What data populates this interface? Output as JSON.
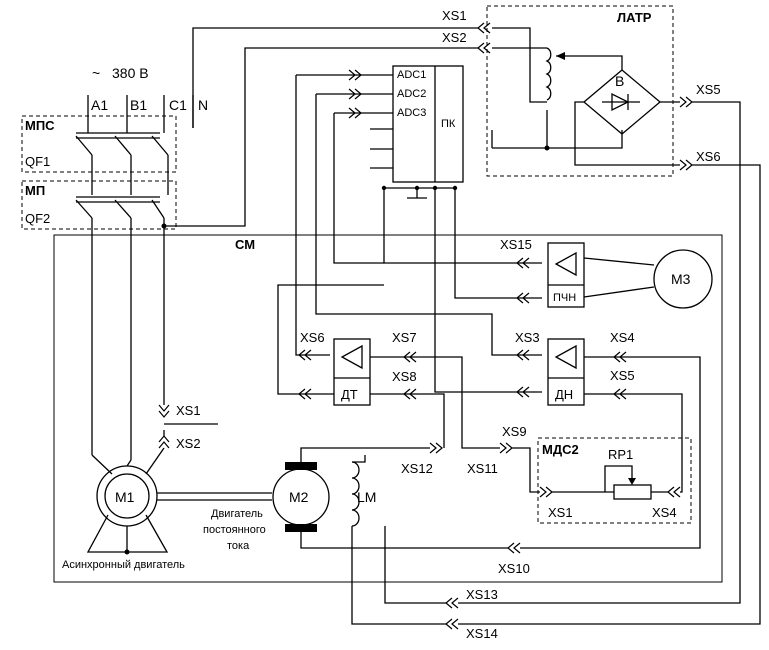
{
  "supply": {
    "voltage": "380 В",
    "phases": [
      "A1",
      "B1",
      "C1",
      "N"
    ]
  },
  "breakers": {
    "mps_title": "МПС",
    "mps_id": "QF1",
    "mp_title": "МП",
    "mp_id": "QF2"
  },
  "latr": {
    "title": "ЛАТР",
    "rectifier": "B"
  },
  "pc": {
    "label": "ПК",
    "channels": [
      "ADC1",
      "ADC2",
      "ADC3"
    ]
  },
  "stand": {
    "title": "СМ"
  },
  "machines": {
    "m1": "M1",
    "m1_caption": "Асинхронный двигатель",
    "m2": "M2",
    "m2_caption": "Двигатель постоянного тока",
    "m2_caption_lines": [
      "Двигатель",
      "постоянного",
      "тока"
    ],
    "m3": "M3",
    "field": "LM"
  },
  "sensors": {
    "pchn": "ПЧН",
    "dt": "ДТ",
    "dn": "ДН"
  },
  "mds2": {
    "title": "МДС2",
    "resistor": "RP1",
    "left_conn": "XS1",
    "right_conn": "XS4"
  },
  "connectors": {
    "xs1_top": "XS1",
    "xs2_top": "XS2",
    "xs5_right": "XS5",
    "xs6_right": "XS6",
    "xs15": "XS15",
    "xs6_dt": "XS6",
    "xs7": "XS7",
    "xs8": "XS8",
    "xs3": "XS3",
    "xs4": "XS4",
    "xs5_dn": "XS5",
    "xs1_m1": "XS1",
    "xs2_m1": "XS2",
    "xs9": "XS9",
    "xs12": "XS12",
    "xs11": "XS11",
    "xs10": "XS10",
    "xs13": "XS13",
    "xs14": "XS14"
  }
}
